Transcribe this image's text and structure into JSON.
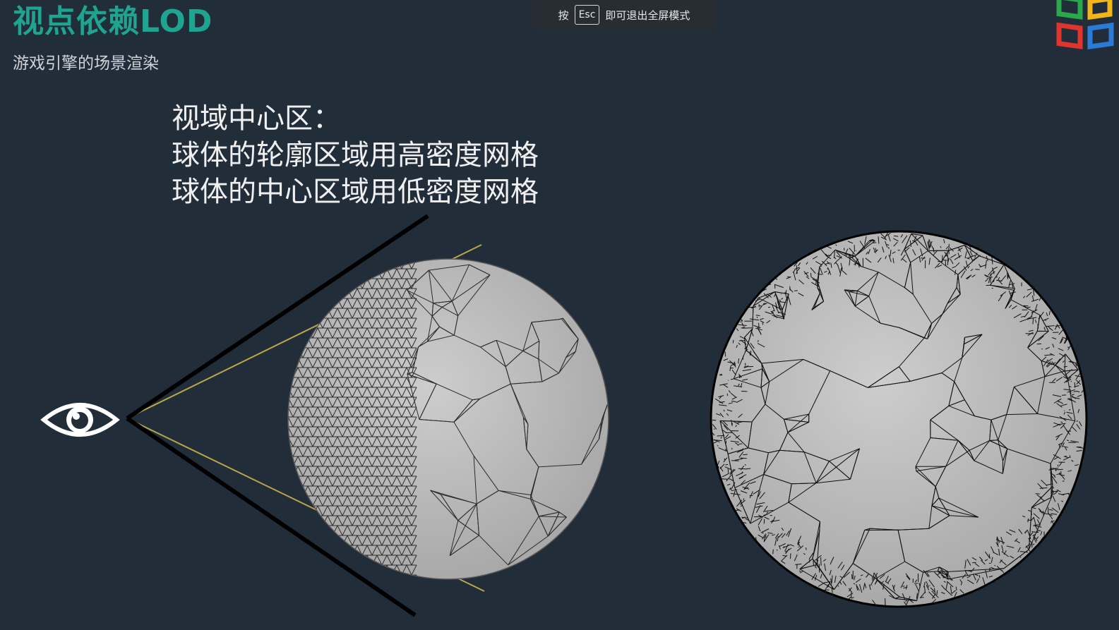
{
  "slide": {
    "title": "视点依赖LOD",
    "subtitle": "游戏引擎的场景渲染"
  },
  "fullscreen_hint": {
    "prefix": "按",
    "key": "Esc",
    "suffix": "即可退出全屏模式"
  },
  "description": {
    "heading": "视域中心区：",
    "line1": "球体的轮廓区域用高密度网格",
    "line2": "球体的中心区域用低密度网格"
  },
  "icons": {
    "eye": "eye-icon",
    "logo": "colorful-squares-logo"
  },
  "colors": {
    "background": "#222d3a",
    "title": "#1ea491",
    "sphere_fill": "#bcbcbc",
    "wire": "#2a2a2a",
    "frustum_line": "#000000",
    "frustum_inner": "#b9a84a",
    "logo_green": "#2aa84a",
    "logo_yellow": "#f2b51a",
    "logo_red": "#e0352f",
    "logo_blue": "#2a7ad6"
  }
}
